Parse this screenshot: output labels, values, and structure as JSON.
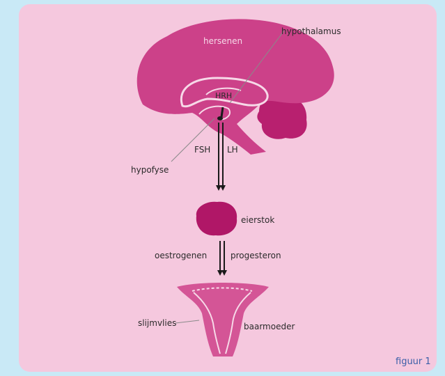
{
  "labels": {
    "hersenen": "hersenen",
    "hypothalamus": "hypothalamus",
    "hrh": "HRH",
    "fsh": "FSH",
    "lh": "LH",
    "hypofyse": "hypofyse",
    "eierstok": "eierstok",
    "oestrogenen": "oestrogenen",
    "progesteron": "progesteron",
    "slijmvlies": "slijmvlies",
    "baarmoeder": "baarmoeder"
  },
  "caption": "figuur 1",
  "colors": {
    "frame": "#c9e9f6",
    "panel": "#f5c8de",
    "brain": "#cc4189",
    "cerebellum": "#b8206f",
    "ovary": "#b01767",
    "uterus": "#d45596",
    "outline": "#f7d9e8",
    "caption": "#3a5fa8"
  }
}
